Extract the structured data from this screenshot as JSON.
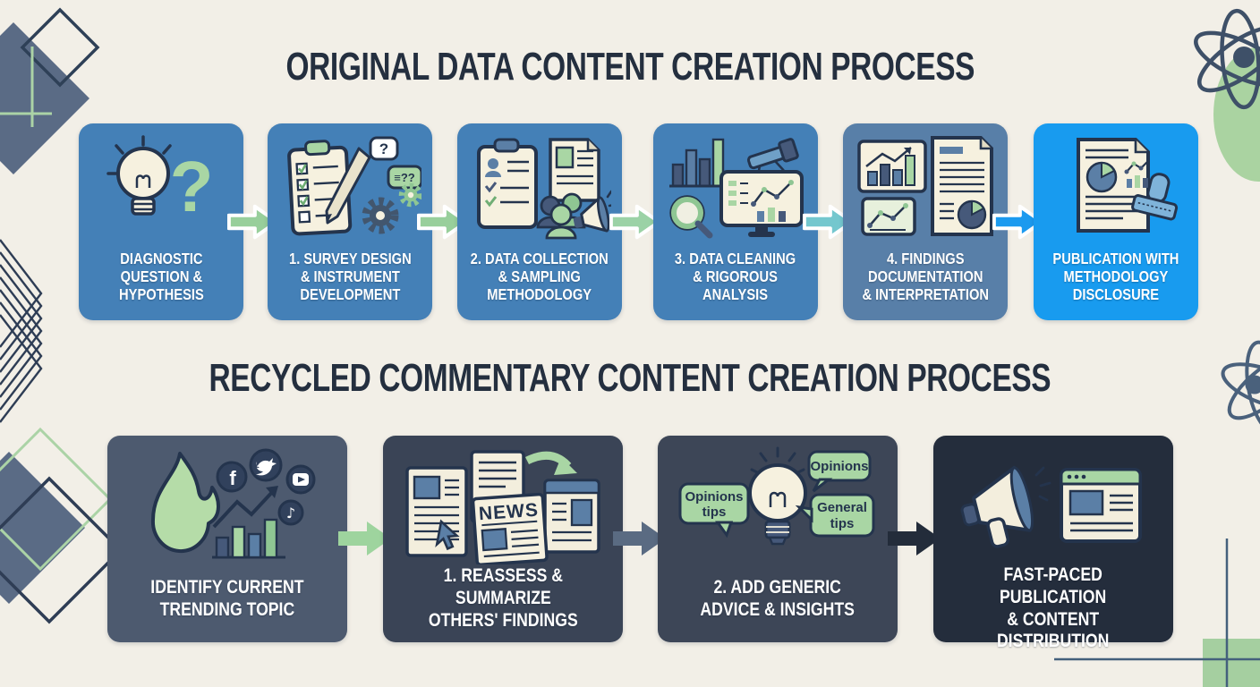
{
  "background_color": "#F2EFE7",
  "title_color": "#242F3F",
  "process1": {
    "title": "ORIGINAL DATA CONTENT CREATION PROCESS",
    "steps": [
      {
        "label": "DIAGNOSTIC\nQUESTION &\nHYPOTHESIS",
        "color": "#4480B7",
        "icon": "lightbulb-question"
      },
      {
        "label": "1. SURVEY DESIGN\n& INSTRUMENT\nDEVELOPMENT",
        "color": "#4480B7",
        "icon": "survey-clipboard-gears"
      },
      {
        "label": "2. DATA COLLECTION\n& SAMPLING\nMETHODOLOGY",
        "color": "#4480B7",
        "icon": "clipboard-people-megaphone"
      },
      {
        "label": "3. DATA CLEANING\n& RIGOROUS\nANALYSIS",
        "color": "#4480B7",
        "icon": "charts-telescope-monitor"
      },
      {
        "label": "4. FINDINGS\nDOCUMENTATION\n& INTERPRETATION",
        "color": "#587FA8",
        "icon": "charts-report-document"
      },
      {
        "label": "PUBLICATION WITH\nMETHODOLOGY\nDISCLOSURE",
        "color": "#189BEF",
        "icon": "report-stamp"
      }
    ],
    "arrows": [
      "#98CF9B",
      "#98CF9B",
      "#9BD2A6",
      "#74C7CE",
      "#1B9AEF"
    ]
  },
  "process2": {
    "title": "RECYCLED COMMENTARY CONTENT CREATION PROCESS",
    "steps": [
      {
        "label": "IDENTIFY CURRENT\nTRENDING TOPIC",
        "color": "#4D5A6F",
        "icon": "flame-social-trend"
      },
      {
        "label": "1. REASSESS &\nSUMMARIZE\nOTHERS' FINDINGS",
        "color": "#3A4456",
        "icon": "news-articles-cursor"
      },
      {
        "label": "2. ADD GENERIC\nADVICE & INSIGHTS",
        "color": "#3D4657",
        "icon": "lightbulb-opinion-bubbles"
      },
      {
        "label": "FAST-PACED\nPUBLICATION\n& CONTENT\nDISTRIBUTION",
        "color": "#242D3C",
        "icon": "megaphone-webpage"
      }
    ],
    "arrows": [
      "#9ED49E",
      "#5A6B82",
      "#232C3A"
    ]
  },
  "icon_texts": {
    "question_mark": "?",
    "survey_bubble": "≡??",
    "news": "NEWS",
    "opinions": "Opinions",
    "tips": "tips",
    "general": "General",
    "facebook_glyph": "f",
    "music_note_glyph": "♪"
  }
}
